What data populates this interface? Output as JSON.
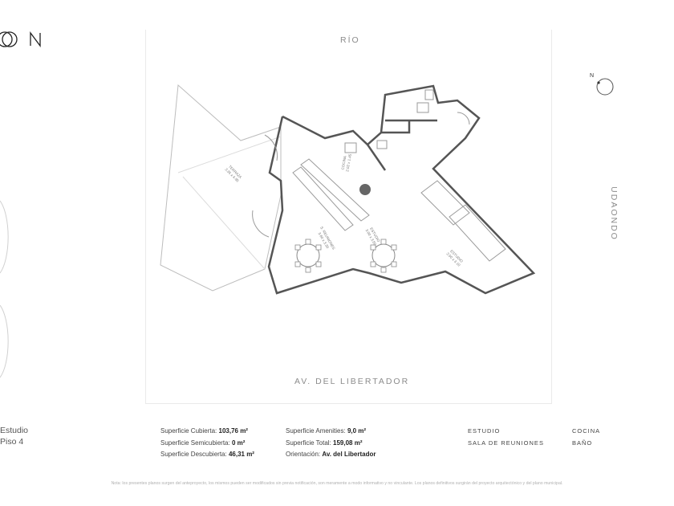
{
  "logo_text": "ON",
  "streets": {
    "top": "RÍO",
    "bottom": "AV. DEL LIBERTADOR",
    "right": "UDAONDO"
  },
  "compass": {
    "label": "N"
  },
  "unit": {
    "name": "Estudio",
    "floor": "Piso 4"
  },
  "stats": {
    "col1": [
      {
        "label": "Superficie Cubierta:",
        "value": "103,76 m²"
      },
      {
        "label": "Superficie Semicubierta:",
        "value": "0 m²"
      },
      {
        "label": "Superficie Descubierta:",
        "value": "46,31 m²"
      }
    ],
    "col2": [
      {
        "label": "Superficie Amenities:",
        "value": "9,0 m²"
      },
      {
        "label": "Superficie Total:",
        "value": "159,08 m²"
      },
      {
        "label": "Orientación:",
        "value": "Av. del Libertador"
      }
    ]
  },
  "rooms": {
    "col1": [
      "ESTUDIO",
      "SALA DE REUNIONES"
    ],
    "col2": [
      "COCINA",
      "BAÑO"
    ]
  },
  "plan_labels": {
    "terraza": "TERRAZA",
    "terraza_dim": "3.35 x 4.95",
    "cocina": "COCINA",
    "cocina_dim": "2.02 x 1.45",
    "reuniones": "S. REUNIONES",
    "reuniones_dim": "3.60 x 3.30",
    "estudio1": "ESTUDIO",
    "estudio1_dim": "3.00 x 3.50",
    "estudio2": "ESTUDIO",
    "estudio2_dim": "3.50 x 3.10"
  },
  "footnote": "Nota: los presentes planos surgen del anteproyecto, los mismos pueden ser modificados sin previa notificación, son meramente a modo informativo y no vinculante. Los planos definitivos surgirán del proyecto arquitectónico y del plano municipal."
}
